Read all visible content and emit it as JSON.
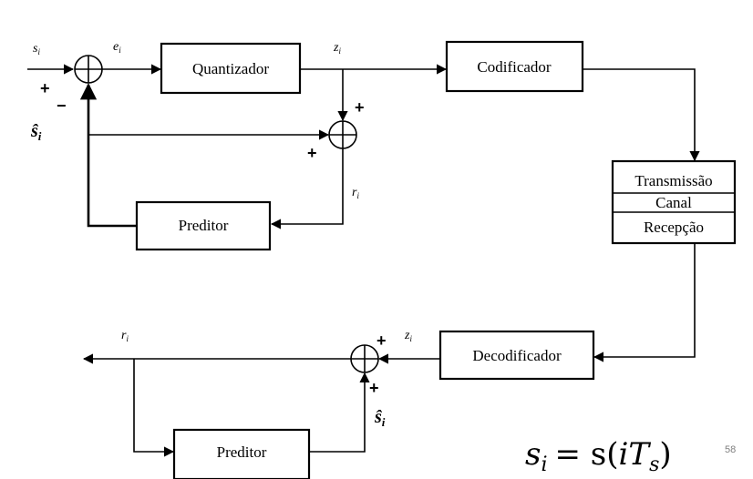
{
  "blocks": {
    "quantizer": "Quantizador",
    "encoder": "Codificador",
    "predictor_top": "Preditor",
    "channel_tx": "Transmissão",
    "channel": "Canal",
    "channel_rx": "Recepção",
    "decoder": "Decodificador",
    "predictor_bottom": "Preditor"
  },
  "signals": {
    "s": "s",
    "e": "e",
    "z": "z",
    "r": "r",
    "sub": "i",
    "s_hat": "ŝ"
  },
  "signs": {
    "plus": "+",
    "minus": "−"
  },
  "formula": {
    "lhs": "s",
    "lhs_sub": "i",
    "eq": "= s(",
    "i": "i",
    "T": "T",
    "T_sub": "s",
    "close": ")"
  },
  "page_number": "58"
}
